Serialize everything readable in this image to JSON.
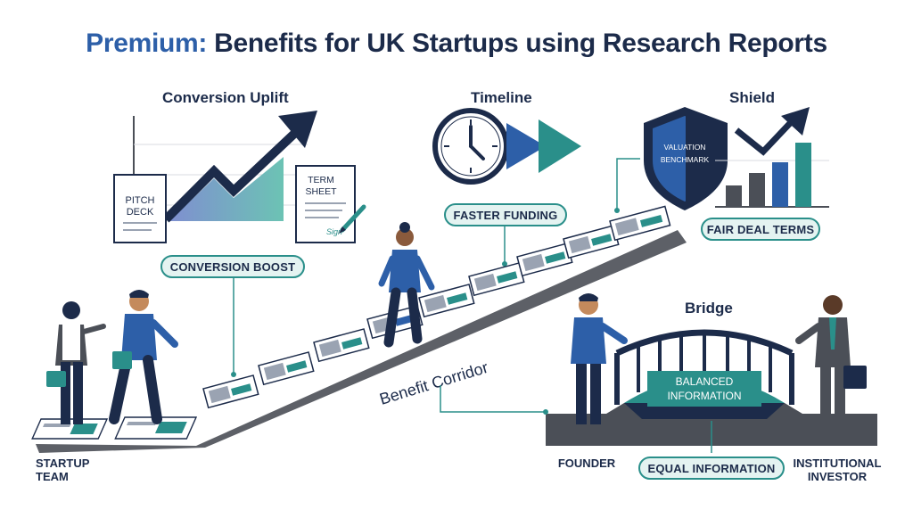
{
  "title": {
    "prefix": "Premium:",
    "main": "Benefits for UK Startups using Research Reports"
  },
  "sections": {
    "conversion": {
      "heading": "Conversion Uplift",
      "pitch_deck_line1": "PITCH",
      "pitch_deck_line2": "DECK",
      "term_sheet_line1": "TERM",
      "term_sheet_line2": "SHEET",
      "signature": "Sign",
      "pill": "CONVERSION BOOST"
    },
    "timeline": {
      "heading": "Timeline",
      "pill": "FASTER FUNDING"
    },
    "shield": {
      "heading": "Shield",
      "shield_line1": "VALUATION",
      "shield_line2": "BENCHMARK",
      "pill": "FAIR DEAL TERMS"
    },
    "corridor": {
      "label": "Benefit Corridor"
    },
    "bridge": {
      "heading": "Bridge",
      "bridge_line1": "BALANCED",
      "bridge_line2": "INFORMATION",
      "pill": "EQUAL INFORMATION",
      "founder": "FOUNDER",
      "investor_line1": "INSTITUTIONAL",
      "investor_line2": "INVESTOR"
    },
    "startup": {
      "line1": "STARTUP",
      "line2": "TEAM"
    }
  },
  "colors": {
    "navy": "#1c2b4a",
    "blue": "#2d5fa8",
    "teal": "#2a8f8a",
    "gray": "#4b4f57",
    "light_teal": "#e4f3f1"
  },
  "icons": [
    "clock-icon",
    "arrow-right-icon",
    "shield-icon",
    "pen-icon",
    "bridge-icon",
    "briefcase-icon",
    "trend-arrow-icon"
  ]
}
